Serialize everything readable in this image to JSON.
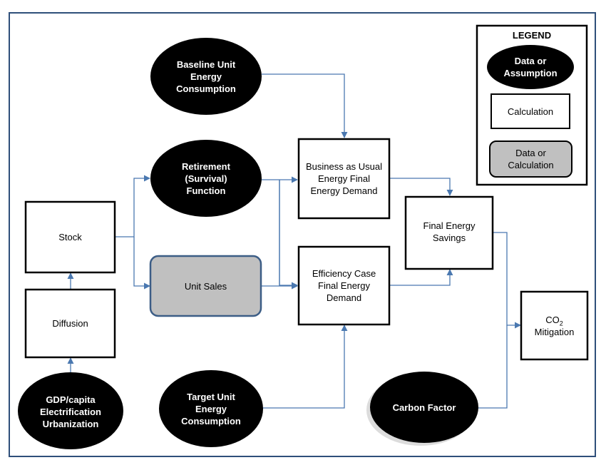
{
  "colors": {
    "frame": "#2f4f7a",
    "connector": "#4a78b0",
    "box_border": "#000000",
    "data_fill": "#000000",
    "data_text": "#ffffff",
    "calc_fill": "#ffffff",
    "mixed_fill": "#c0c0c0",
    "mixed_border": "#3c5d86"
  },
  "legend": {
    "title": "LEGEND",
    "data_label": "Data or\nAssumption",
    "calc_label": "Calculation",
    "mixed_label": "Data or\nCalculation"
  },
  "nodes": {
    "baseline_uec": "Baseline Unit\nEnergy\nConsumption",
    "retirement": "Retirement\n(Survival)\nFunction",
    "stock": "Stock",
    "unit_sales": "Unit Sales",
    "diffusion": "Diffusion",
    "gdp": "GDP/capita\nElectrification\nUrbanization",
    "bau_demand": "Business as Usual\nEnergy Final\nEnergy Demand",
    "eff_demand": "Efficiency Case\nFinal Energy\nDemand",
    "target_uec": "Target Unit\nEnergy\nConsumption",
    "savings": "Final Energy\nSavings",
    "carbon_factor": "Carbon Factor",
    "co2_main": "CO",
    "co2_sub": "2",
    "co2_rest": "Mitigation"
  }
}
